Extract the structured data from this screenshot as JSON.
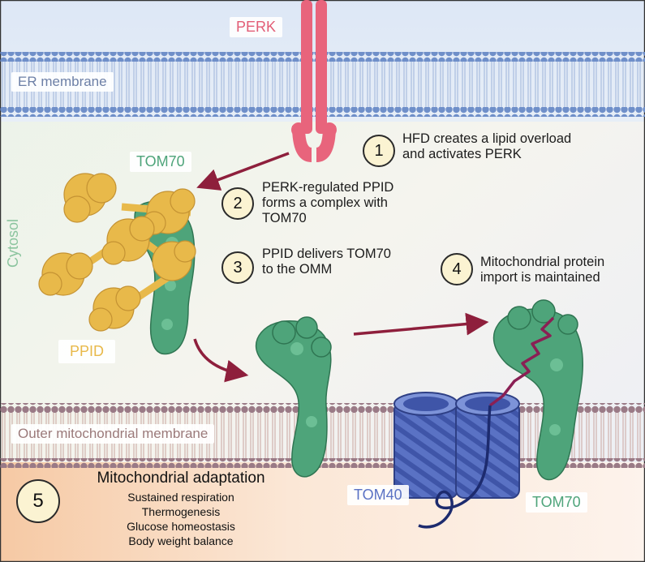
{
  "labels": {
    "perk": "PERK",
    "er_membrane": "ER membrane",
    "cytosol": "Cytosol",
    "tom70_top": "TOM70",
    "ppid": "PPID",
    "outer_membrane": "Outer mitochondrial membrane",
    "tom40": "TOM40",
    "tom70_bottom": "TOM70"
  },
  "steps": [
    {
      "number": "1",
      "lines": [
        "HFD creates a lipid overload",
        "and activates PERK"
      ]
    },
    {
      "number": "2",
      "lines": [
        "PERK-regulated PPID",
        "forms a complex with",
        "TOM70"
      ]
    },
    {
      "number": "3",
      "lines": [
        "PPID delivers TOM70",
        "to the OMM"
      ]
    },
    {
      "number": "4",
      "lines": [
        "Mitochondrial protein",
        "import is maintained"
      ]
    }
  ],
  "adaptation": {
    "number": "5",
    "title": "Mitochondrial adaptation",
    "effects": [
      "Sustained respiration",
      "Thermogenesis",
      "Glucose homeostasis",
      "Body weight balance"
    ]
  },
  "colors": {
    "perk": "#e8647c",
    "tom70": "#4ea47a",
    "ppid": "#e8b94a",
    "tom40": "#5a72c4",
    "arrow": "#8e1f3c",
    "membrane_head": "#6f8fc9"
  }
}
